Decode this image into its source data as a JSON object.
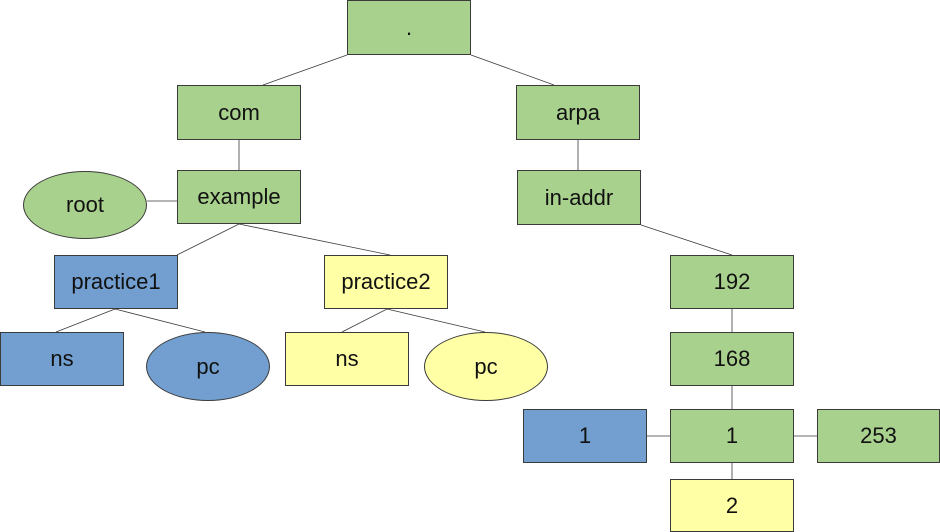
{
  "nodes": {
    "root_dot": ".",
    "com": "com",
    "arpa": "arpa",
    "example": "example",
    "root_user": "root",
    "in_addr": "in-addr",
    "practice1": "practice1",
    "practice2": "practice2",
    "ns1": "ns",
    "pc1": "pc",
    "ns2": "ns",
    "pc2": "pc",
    "octet_192": "192",
    "octet_168": "168",
    "octet_1_left": "1",
    "octet_1_mid": "1",
    "octet_253": "253",
    "octet_2": "2"
  },
  "colors": {
    "green": "#a9d18e",
    "blue": "#729fcf",
    "yellow": "#ffffa6",
    "border": "#3b3b3b"
  }
}
